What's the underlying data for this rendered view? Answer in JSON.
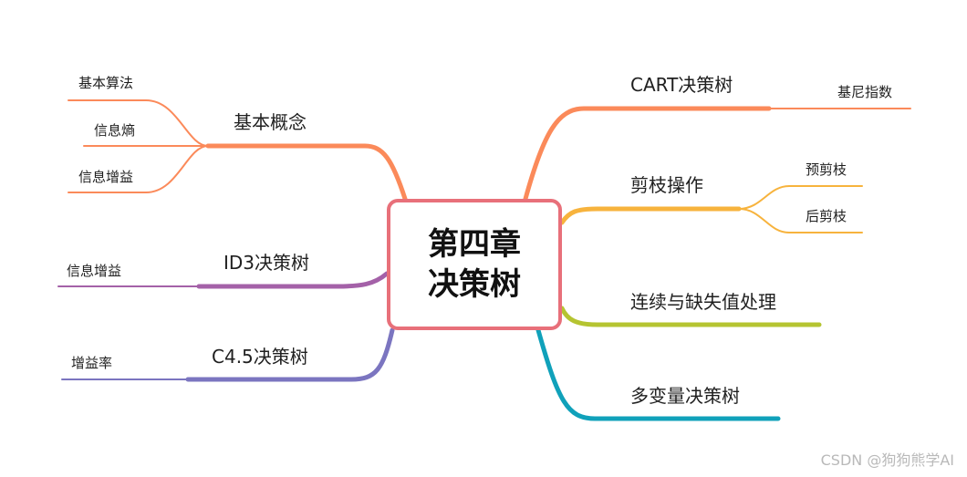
{
  "center": {
    "line1": "第四章",
    "line2": "决策树"
  },
  "colors": {
    "center_border": "#e8707a",
    "basic": "#fb8a5a",
    "id3": "#a461a8",
    "c45": "#7b75c0",
    "cart": "#fb8a5a",
    "pruning": "#f7b33d",
    "continuous": "#b5c431",
    "multivariate": "#10a1ba"
  },
  "left": {
    "basic": {
      "label": "基本概念",
      "children": [
        "基本算法",
        "信息熵",
        "信息增益"
      ]
    },
    "id3": {
      "label": "ID3决策树",
      "children": [
        "信息增益"
      ]
    },
    "c45": {
      "label": "C4.5决策树",
      "children": [
        "增益率"
      ]
    }
  },
  "right": {
    "cart": {
      "label": "CART决策树",
      "children": [
        "基尼指数"
      ]
    },
    "pruning": {
      "label": "剪枝操作",
      "children": [
        "预剪枝",
        "后剪枝"
      ]
    },
    "continuous": {
      "label": "连续与缺失值处理"
    },
    "multivariate": {
      "label": "多变量决策树"
    }
  },
  "watermark": "CSDN @狗狗熊学AI"
}
